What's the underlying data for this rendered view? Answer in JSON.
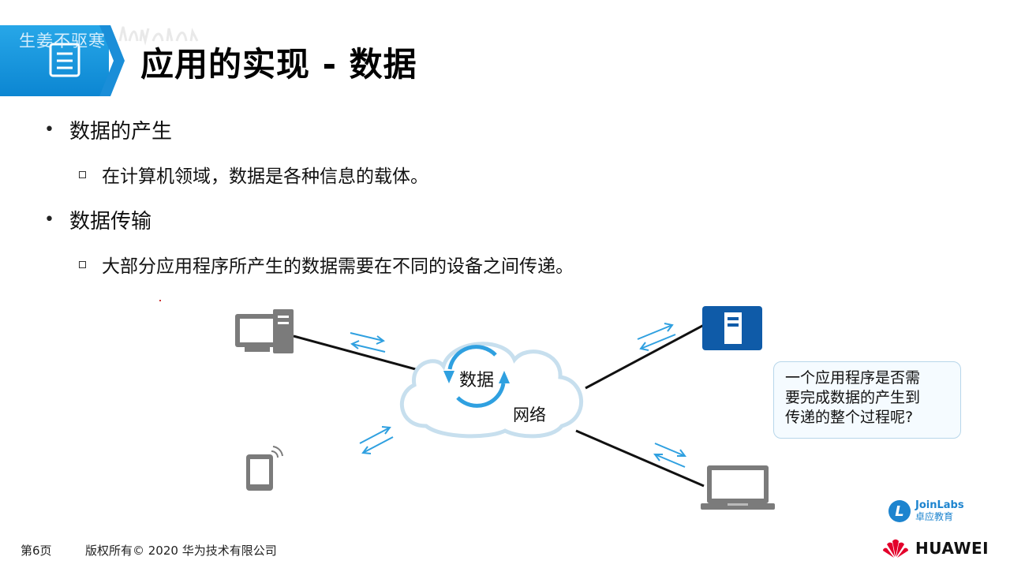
{
  "watermark": {
    "text": "生姜不驱寒"
  },
  "title": "应用的实现 - 数据",
  "bullets": [
    {
      "label": "数据的产生",
      "sub": "在计算机领域，数据是各种信息的载体。"
    },
    {
      "label": "数据传输",
      "sub": "大部分应用程序所产生的数据需要在不同的设备之间传递。"
    }
  ],
  "diagram": {
    "cloud_data_label": "数据",
    "cloud_network_label": "网络",
    "devices": [
      "desktop-computer",
      "server",
      "tablet",
      "laptop"
    ],
    "callout": {
      "line1": "一个应用程序是否需",
      "line2": "要完成数据的产生到",
      "line3": "传递的整个过程呢?"
    }
  },
  "footer": {
    "page": "第6页",
    "copyright": "版权所有© 2020 华为技术有限公司",
    "joinlabs_name": "JoinLabs",
    "joinlabs_sub": "卓应教育",
    "joinlabs_mark": "L",
    "brand": "HUAWEI"
  },
  "colors": {
    "accent_blue": "#1a8ed8",
    "arrow_blue": "#2fa0e0",
    "device_gray": "#7b7b7b",
    "server_blue": "#0f5ba8",
    "huawei_red": "#e3002b"
  }
}
